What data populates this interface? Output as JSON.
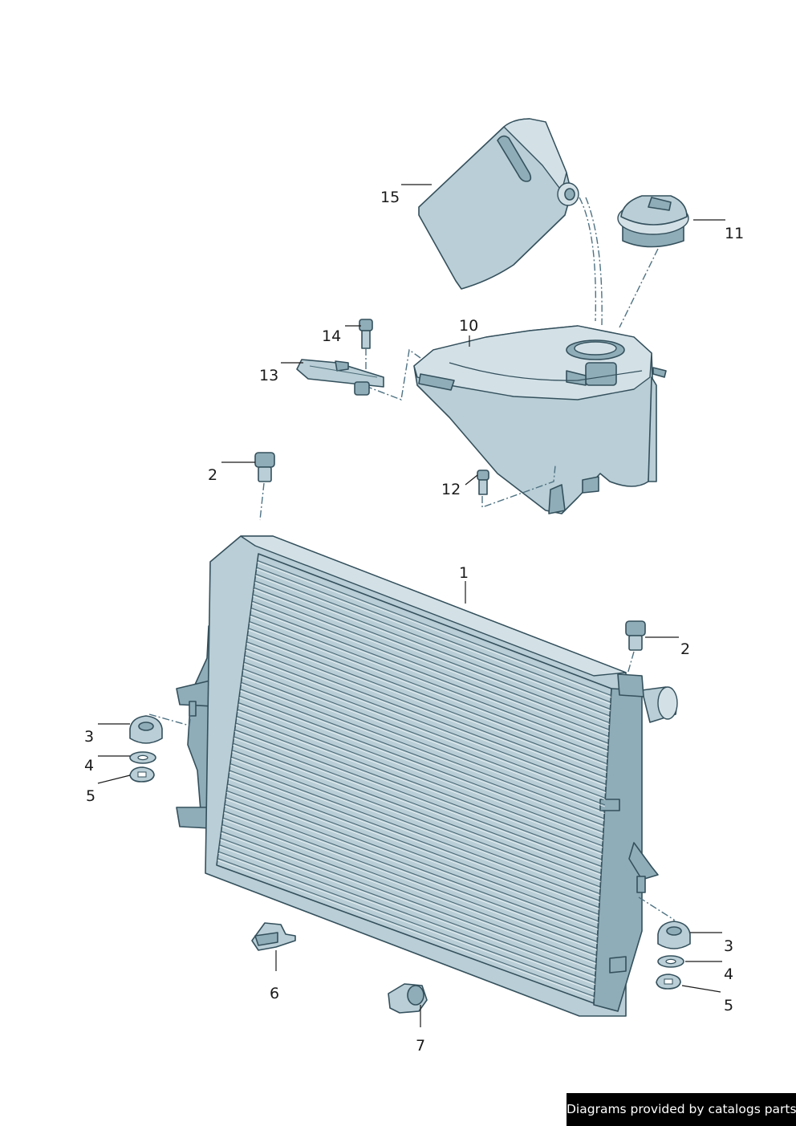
{
  "diagram": {
    "callouts": [
      {
        "id": "c1",
        "label": "1"
      },
      {
        "id": "c2a",
        "label": "2"
      },
      {
        "id": "c2b",
        "label": "2"
      },
      {
        "id": "c3a",
        "label": "3"
      },
      {
        "id": "c3b",
        "label": "3"
      },
      {
        "id": "c4a",
        "label": "4"
      },
      {
        "id": "c4b",
        "label": "4"
      },
      {
        "id": "c5a",
        "label": "5"
      },
      {
        "id": "c5b",
        "label": "5"
      },
      {
        "id": "c6",
        "label": "6"
      },
      {
        "id": "c7",
        "label": "7"
      },
      {
        "id": "c10",
        "label": "10"
      },
      {
        "id": "c11",
        "label": "11"
      },
      {
        "id": "c12",
        "label": "12"
      },
      {
        "id": "c13",
        "label": "13"
      },
      {
        "id": "c14",
        "label": "14"
      },
      {
        "id": "c15",
        "label": "15"
      }
    ]
  },
  "footer": {
    "credit_text": "Diagrams provided by catalogs parts",
    "background_color": "#000000",
    "text_color": "#ffffff"
  },
  "colors": {
    "part_fill": "#b9ced6",
    "part_outline": "#34505c"
  }
}
